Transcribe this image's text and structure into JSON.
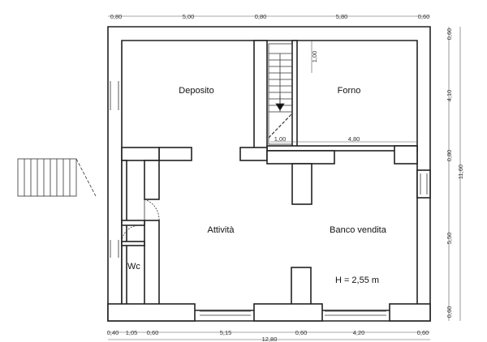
{
  "rooms": {
    "deposito": "Deposito",
    "forno": "Forno",
    "attivita": "Attività",
    "banco": "Banco vendita",
    "wc": "Wc"
  },
  "height_note": "H = 2,55 m",
  "dims": {
    "top": [
      "0,80",
      "5,00",
      "0,80",
      "5,80",
      "0,60"
    ],
    "bottom": [
      "0,40",
      "1,05",
      "0,60",
      "5,15",
      "0,60",
      "4,20",
      "0,60"
    ],
    "bottom_total": "12,80",
    "right": [
      "0,60",
      "4,10",
      "0,80",
      "5,50",
      "0,60"
    ],
    "right_total": "11,60",
    "stair_w": "1,00",
    "stair_bottom": "1,00",
    "forno_bottom": "4,80"
  }
}
